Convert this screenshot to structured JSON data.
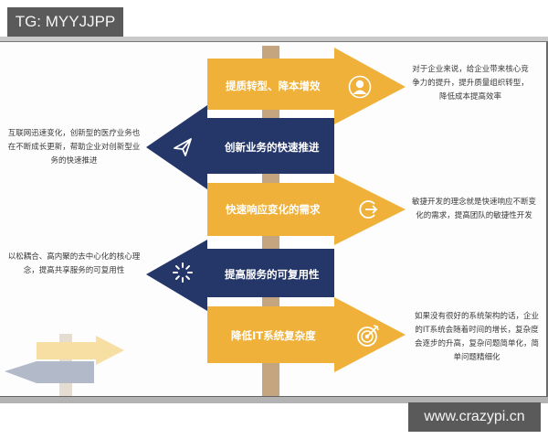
{
  "badges": {
    "top_left": "TG: MYYJJPP",
    "bottom_right": "www.crazypi.cn"
  },
  "colors": {
    "yellow": "#efb13a",
    "navy": "#253669",
    "post": "#c4a57f",
    "text_dark": "#3a3a3a"
  },
  "signs": [
    {
      "direction": "right",
      "label": "提质转型、降本增效",
      "icon": "user-icon",
      "description": "对于企业来说，给企业带来核心竞争力的提升，提升质量组织转型，降低成本提高效率"
    },
    {
      "direction": "left",
      "label": "创新业务的快速推进",
      "icon": "paper-plane-icon",
      "description": "互联网迅速变化，创新型的医疗业务也在不断成长更新，帮助企业对创新型业务的快速推进"
    },
    {
      "direction": "right",
      "label": "快速响应变化的需求",
      "icon": "exit-arrow-icon",
      "description": "敏捷开发的理念就是快速响应不断变化的需求，提高团队的敏捷性开发"
    },
    {
      "direction": "left",
      "label": "提高服务的可复用性",
      "icon": "loading-spinner-icon",
      "description": "以松耦合、高内聚的去中心化的核心理念，提高共享服务的可复用性"
    },
    {
      "direction": "right",
      "label": "降低IT系统复杂度",
      "icon": "target-icon",
      "description": "如果没有很好的系统架构的话，企业的IT系统会随着时间的增长，复杂度会逐步的升高，复杂问题简单化，简单问题精细化"
    }
  ]
}
